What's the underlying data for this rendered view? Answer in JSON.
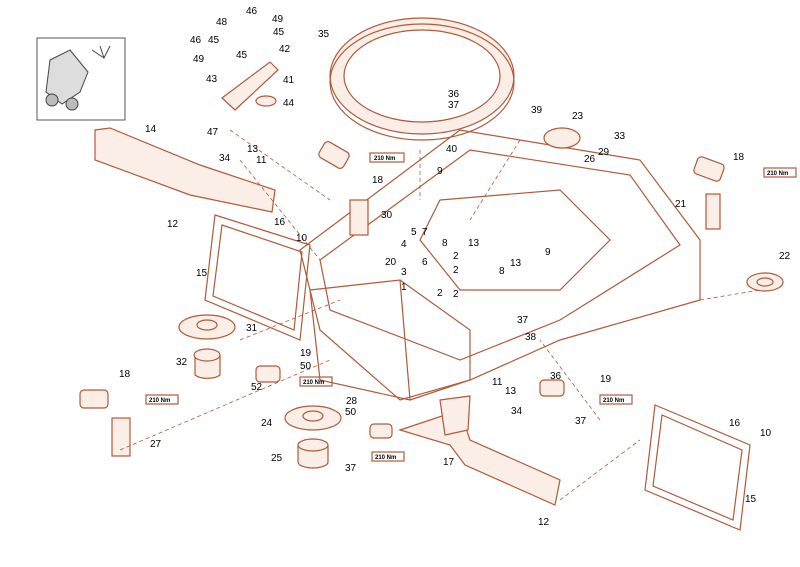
{
  "diagram": {
    "torque_label": "210 Nm",
    "callouts": [
      {
        "id": "c46a",
        "text": "46"
      },
      {
        "id": "c49a",
        "text": "49"
      },
      {
        "id": "c48",
        "text": "48"
      },
      {
        "id": "c45a",
        "text": "45"
      },
      {
        "id": "c46b",
        "text": "46"
      },
      {
        "id": "c45b",
        "text": "45"
      },
      {
        "id": "c42",
        "text": "42"
      },
      {
        "id": "c49b",
        "text": "49"
      },
      {
        "id": "c45c",
        "text": "45"
      },
      {
        "id": "c43",
        "text": "43"
      },
      {
        "id": "c41",
        "text": "41"
      },
      {
        "id": "c44",
        "text": "44"
      },
      {
        "id": "c47",
        "text": "47"
      },
      {
        "id": "c35",
        "text": "35"
      },
      {
        "id": "c36a",
        "text": "36"
      },
      {
        "id": "c37a",
        "text": "37"
      },
      {
        "id": "c39",
        "text": "39"
      },
      {
        "id": "c23",
        "text": "23"
      },
      {
        "id": "c33",
        "text": "33"
      },
      {
        "id": "c29",
        "text": "29"
      },
      {
        "id": "c26",
        "text": "26"
      },
      {
        "id": "c40",
        "text": "40"
      },
      {
        "id": "c14",
        "text": "14"
      },
      {
        "id": "c13a",
        "text": "13"
      },
      {
        "id": "c34a",
        "text": "34"
      },
      {
        "id": "c11a",
        "text": "11"
      },
      {
        "id": "c9a",
        "text": "9"
      },
      {
        "id": "c18a",
        "text": "18"
      },
      {
        "id": "c18b",
        "text": "18"
      },
      {
        "id": "c21",
        "text": "21"
      },
      {
        "id": "c12a",
        "text": "12"
      },
      {
        "id": "c16a",
        "text": "16"
      },
      {
        "id": "c30",
        "text": "30"
      },
      {
        "id": "c10a",
        "text": "10"
      },
      {
        "id": "c5",
        "text": "5"
      },
      {
        "id": "c7",
        "text": "7"
      },
      {
        "id": "c4",
        "text": "4"
      },
      {
        "id": "c8a",
        "text": "8"
      },
      {
        "id": "c13b",
        "text": "13"
      },
      {
        "id": "c2a",
        "text": "2"
      },
      {
        "id": "c20",
        "text": "20"
      },
      {
        "id": "c6",
        "text": "6"
      },
      {
        "id": "c3",
        "text": "3"
      },
      {
        "id": "c1",
        "text": "1"
      },
      {
        "id": "c2b",
        "text": "2"
      },
      {
        "id": "c2c",
        "text": "2"
      },
      {
        "id": "c2d",
        "text": "2"
      },
      {
        "id": "c9b",
        "text": "9"
      },
      {
        "id": "c8b",
        "text": "8"
      },
      {
        "id": "c13c",
        "text": "13"
      },
      {
        "id": "c15a",
        "text": "15"
      },
      {
        "id": "c22",
        "text": "22"
      },
      {
        "id": "c37b",
        "text": "37"
      },
      {
        "id": "c31",
        "text": "31"
      },
      {
        "id": "c38",
        "text": "38"
      },
      {
        "id": "c19a",
        "text": "19"
      },
      {
        "id": "c32",
        "text": "32"
      },
      {
        "id": "c50a",
        "text": "50"
      },
      {
        "id": "c52",
        "text": "52"
      },
      {
        "id": "c18c",
        "text": "18"
      },
      {
        "id": "c11b",
        "text": "11"
      },
      {
        "id": "c13d",
        "text": "13"
      },
      {
        "id": "c36b",
        "text": "36"
      },
      {
        "id": "c19b",
        "text": "19"
      },
      {
        "id": "c34b",
        "text": "34"
      },
      {
        "id": "c37c",
        "text": "37"
      },
      {
        "id": "c28",
        "text": "28"
      },
      {
        "id": "c50b",
        "text": "50"
      },
      {
        "id": "c24",
        "text": "24"
      },
      {
        "id": "c27",
        "text": "27"
      },
      {
        "id": "c16b",
        "text": "16"
      },
      {
        "id": "c10b",
        "text": "10"
      },
      {
        "id": "c25",
        "text": "25"
      },
      {
        "id": "c37d",
        "text": "37"
      },
      {
        "id": "c17",
        "text": "17"
      },
      {
        "id": "c15b",
        "text": "15"
      },
      {
        "id": "c12b",
        "text": "12"
      }
    ]
  }
}
